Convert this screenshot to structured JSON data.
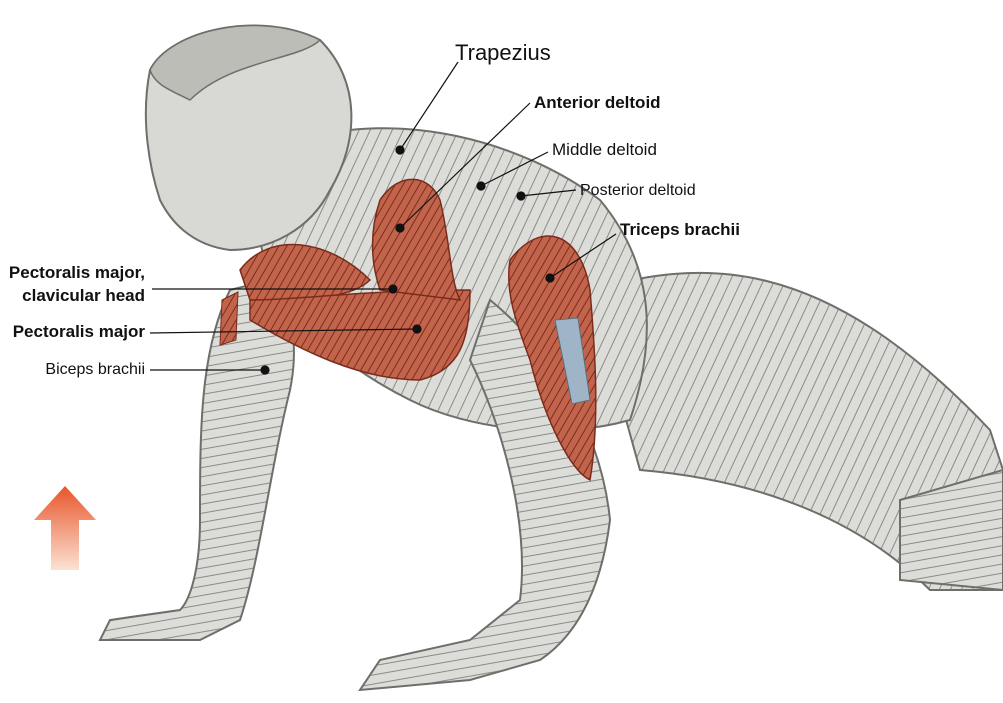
{
  "labels": {
    "trapezius": "Trapezius",
    "anterior_deltoid": "Anterior deltoid",
    "middle_deltoid": "Middle deltoid",
    "posterior_deltoid": "Posterior deltoid",
    "triceps_brachii": "Triceps brachii",
    "pec_major_clavicular_line1": "Pectoralis major,",
    "pec_major_clavicular_line2": "clavicular head",
    "pectoralis_major": "Pectoralis major",
    "biceps_brachii": "Biceps brachii"
  },
  "colors": {
    "muscle_highlight": "#b5513b",
    "muscle_highlight_dark": "#7a2c1c",
    "body_gray": "#d6d6d2",
    "body_line": "#6e6e6a",
    "arrow_top": "#e8552a",
    "arrow_bottom": "#fbe2d4"
  }
}
